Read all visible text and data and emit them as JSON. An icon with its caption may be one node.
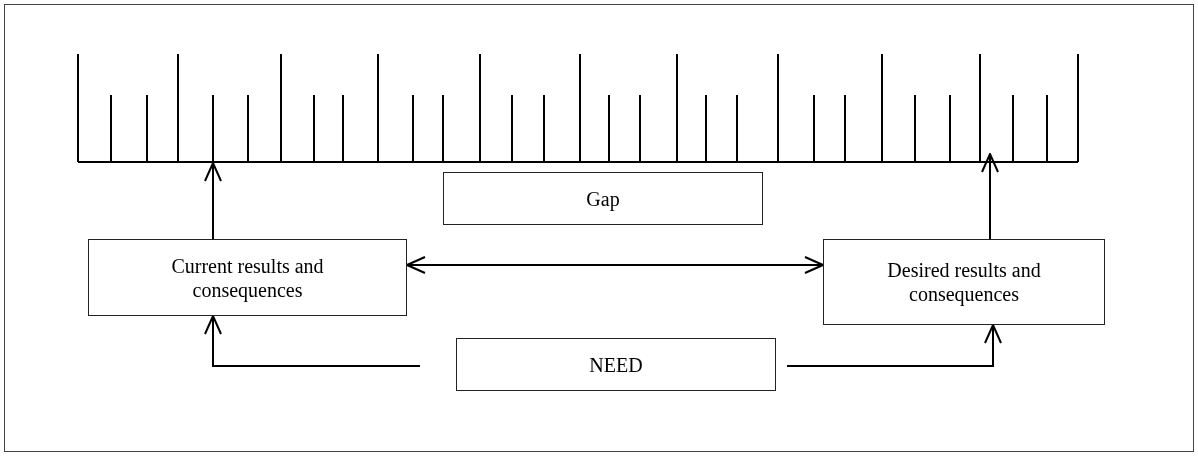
{
  "diagram": {
    "nodes": [
      {
        "text": [],
        "shape": "picture"
      },
      {
        "text": [
          "Gap"
        ]
      },
      {
        "text": [
          "Current results and consequences"
        ]
      },
      {
        "text": [
          "Desired results and consequences"
        ]
      },
      {
        "text": [
          "NEED"
        ]
      }
    ],
    "edges": [
      {
        "from": 2,
        "to": 0,
        "arrow": "to"
      },
      {
        "from": 3,
        "to": 0,
        "arrow": "to"
      },
      {
        "from": 2,
        "to": 3,
        "arrow": "both"
      },
      {
        "from": 4,
        "to": 2,
        "arrow": "to"
      },
      {
        "from": 4,
        "to": 3,
        "arrow": "to"
      }
    ]
  }
}
